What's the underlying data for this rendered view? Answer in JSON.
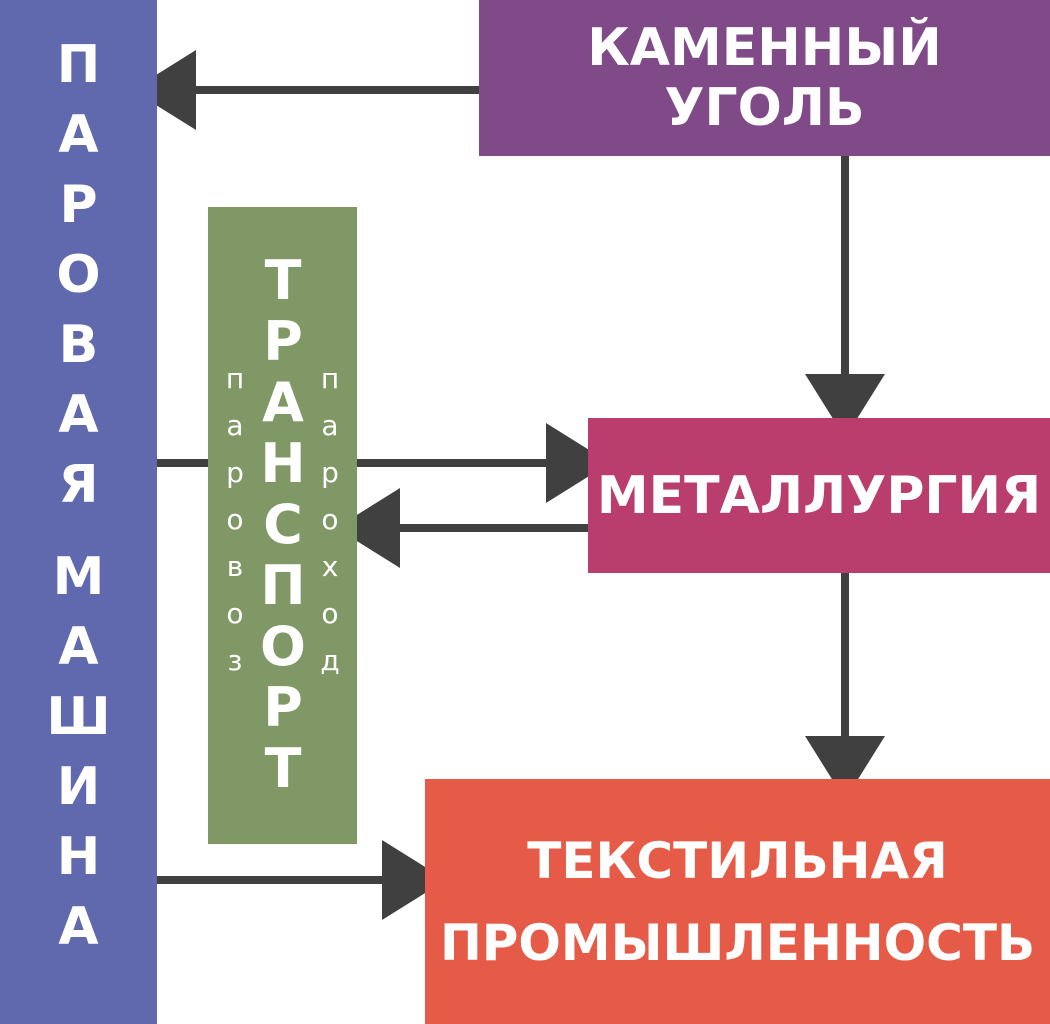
{
  "nodes": {
    "steam_engine": {
      "label": "ПАРОВАЯ МАШИНА",
      "letters": [
        "П",
        "А",
        "Р",
        "О",
        "В",
        "А",
        "Я",
        "",
        "М",
        "А",
        "Ш",
        "И",
        "Н",
        "А"
      ],
      "color": "#6068ae"
    },
    "coal": {
      "label": "КАМЕННЫЙ УГОЛЬ",
      "color": "#804a88"
    },
    "metallurgy": {
      "label": "МЕТАЛЛУРГИЯ",
      "color": "#ba3e6d"
    },
    "textile": {
      "line1": "ТЕКСТИЛЬНАЯ",
      "line2": "ПРОМЫШЛЕННОСТЬ",
      "color": "#e65b47"
    },
    "transport": {
      "label": "ТРАНСПОРТ",
      "letters": [
        "Т",
        "Р",
        "А",
        "Н",
        "С",
        "П",
        "О",
        "Р",
        "Т"
      ],
      "left_sub": {
        "label": "паровоз",
        "letters": [
          "п",
          "а",
          "р",
          "о",
          "в",
          "о",
          "з"
        ]
      },
      "right_sub": {
        "label": "пароход",
        "letters": [
          "п",
          "а",
          "р",
          "о",
          "х",
          "о",
          "д"
        ]
      },
      "color": "#7f9866"
    }
  },
  "edges": [
    {
      "from": "coal",
      "to": "steam_engine"
    },
    {
      "from": "coal",
      "to": "metallurgy"
    },
    {
      "from": "steam_engine",
      "to": "metallurgy"
    },
    {
      "from": "metallurgy",
      "to": "transport"
    },
    {
      "from": "metallurgy",
      "to": "textile"
    },
    {
      "from": "steam_engine",
      "to": "textile"
    }
  ],
  "colors": {
    "arrow": "#404040",
    "text": "#ffffff"
  }
}
